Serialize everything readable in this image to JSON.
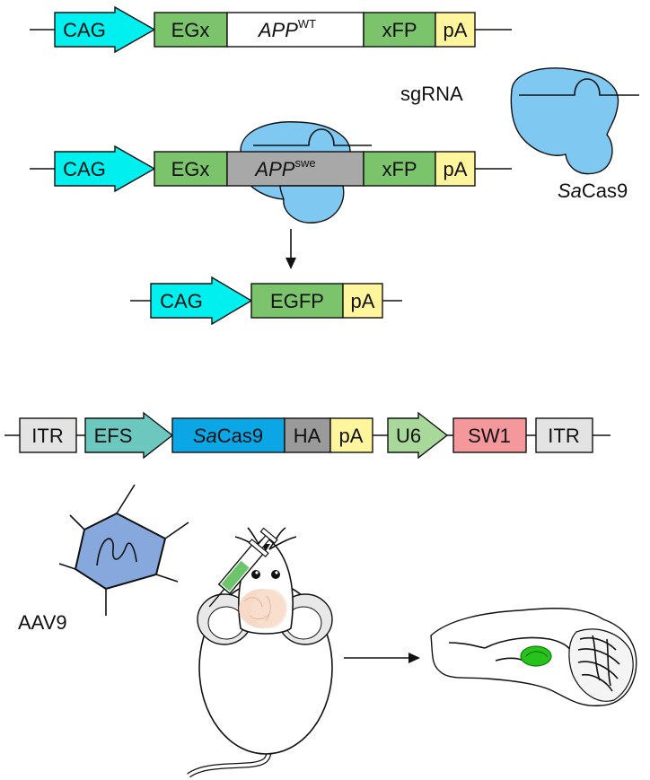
{
  "construct_wt": {
    "promoter": "CAG",
    "exon_a": "EGx",
    "gene": "APP",
    "gene_sup": "WT",
    "exon_b": "xFP",
    "polya": "pA"
  },
  "construct_swe": {
    "promoter": "CAG",
    "exon_a": "EGx",
    "gene": "APP",
    "gene_sup": "swe",
    "exon_b": "xFP",
    "polya": "pA"
  },
  "construct_repaired": {
    "promoter": "CAG",
    "gene": "EGFP",
    "polya": "pA"
  },
  "complex": {
    "sgrna_label": "sgRNA",
    "cas_italic": "Sa",
    "cas_rest": "Cas9"
  },
  "aav_vector": {
    "itr_left": "ITR",
    "promoter": "EFS",
    "cas_italic": "Sa",
    "cas_rest": "Cas9",
    "tag": "HA",
    "polya": "pA",
    "u6": "U6",
    "guide": "SW1",
    "itr_right": "ITR"
  },
  "virus": {
    "label": "AAV9"
  },
  "colors": {
    "cag": "#00f0f0",
    "exon": "#7bc46b",
    "app_wt": "#ffffff",
    "app_swe": "#a8a8a8",
    "polya": "#fff59d",
    "cas9_protein": "#7fc8f2",
    "itr": "#e3e3e3",
    "efs": "#6cc7bf",
    "cas9_block": "#0aa6e6",
    "ha": "#9a9a9a",
    "u6": "#a9d99a",
    "sw1": "#f4989c",
    "capsid": "#86a8dc",
    "brain_highlight": "#27c21b"
  },
  "icons": [
    "syringe-icon",
    "mouse-icon",
    "brain-icon",
    "virus-capsid-icon",
    "arrow-down-icon",
    "arrow-right-icon"
  ]
}
